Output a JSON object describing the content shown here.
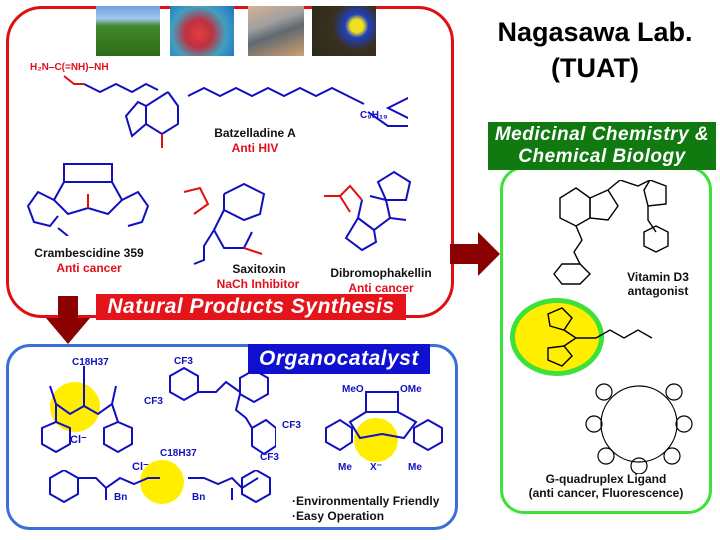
{
  "title": {
    "line1": "Nagasawa Lab.",
    "line2": "(TUAT)"
  },
  "sections": {
    "natural_products": {
      "banner": "Natural Products Synthesis",
      "photos": [
        "tea-field-photo",
        "coral-reef-photo",
        "pufferfish-photo",
        "poison-dart-frog-photo"
      ],
      "compounds": [
        {
          "name": "Batzelladine A",
          "activity": "Anti HIV"
        },
        {
          "name": "Crambescidine 359",
          "activity": "Anti cancer"
        },
        {
          "name": "Saxitoxin",
          "activity": "NaCh Inhibitor"
        },
        {
          "name": "Dibromophakellin",
          "activity": "Anti cancer"
        }
      ]
    },
    "organocatalyst": {
      "banner": "Organocatalyst",
      "features": [
        "·Environmentally Friendly",
        "·Easy Operation"
      ],
      "labels": {
        "c18": "C18H37",
        "cl": "Cl⁻",
        "x": "X⁻",
        "cf3": "CF3",
        "bn": "Bn",
        "meo": "MeO",
        "ome": "OMe",
        "me": "Me"
      }
    },
    "medicinal": {
      "banner_line1": "Medicinal Chemistry &",
      "banner_line2": "Chemical Biology",
      "compounds": [
        {
          "name_line1": "Vitamin D3",
          "name_line2": "antagonist"
        },
        {
          "name_line1": "G-quadruplex Ligand",
          "name_line2": "(anti cancer, Fluorescence)"
        }
      ]
    }
  },
  "colors": {
    "red": "#e01010",
    "blue": "#3a6fd8",
    "green": "#3ee03a",
    "dark_red_arrow": "#8b0000",
    "highlight": "#ffee00"
  }
}
